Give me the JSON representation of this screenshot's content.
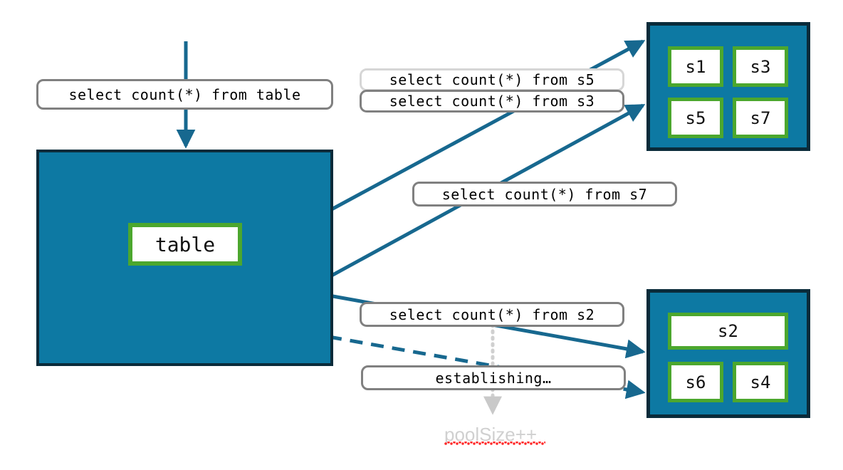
{
  "diagram": {
    "title_query": "select count(*) from table",
    "table_node_label": "table",
    "queries": {
      "s5": "select count(*) from s5",
      "s3": "select count(*) from s3",
      "s7": "select count(*) from s7",
      "s2": "select count(*) from s2"
    },
    "status_label": "establishing…",
    "annotation": "poolSize++",
    "pool_top": {
      "nodes": [
        "s1",
        "s3",
        "s5",
        "s7"
      ]
    },
    "pool_bottom": {
      "wide_node": "s2",
      "nodes": [
        "s6",
        "s4"
      ]
    },
    "colors": {
      "panel_fill": "#0d79a3",
      "panel_border": "#0a2b3a",
      "node_border": "#4ca72e",
      "wire": "#17688f",
      "chip_border": "#808080",
      "chip_border_light": "#d6d6d6",
      "ghost_text": "#d0d0d0",
      "squiggle": "#ff2a2a"
    }
  }
}
